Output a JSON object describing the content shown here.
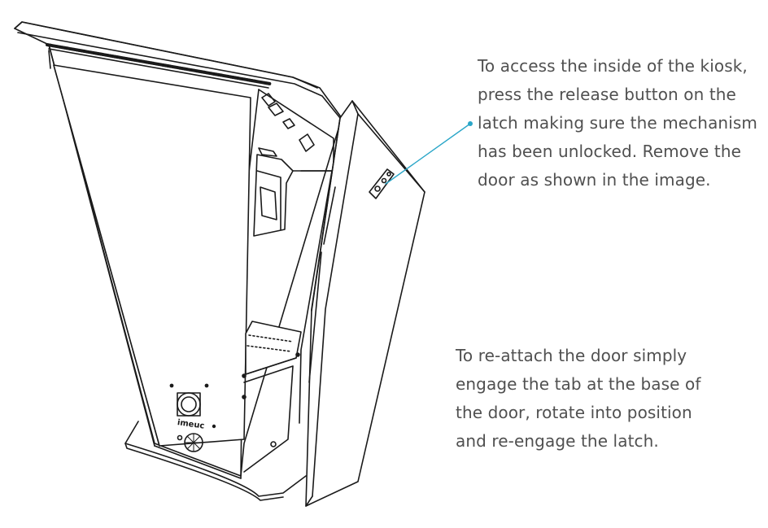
{
  "instructions": {
    "access": {
      "lines": [
        "To access the inside of the kiosk,",
        "press the release button on the",
        "latch making sure the mechanism",
        "has been unlocked. Remove the",
        "door as shown in the image."
      ]
    },
    "reattach": {
      "lines": [
        "To re-attach the door simply",
        "engage the tab at the base of",
        "the door, rotate into position",
        "and re-engage the latch."
      ]
    }
  },
  "illustration": {
    "brand_mark": "imeuc",
    "callout_color": "#2aa6c8",
    "line_color": "#1a1a1a"
  }
}
